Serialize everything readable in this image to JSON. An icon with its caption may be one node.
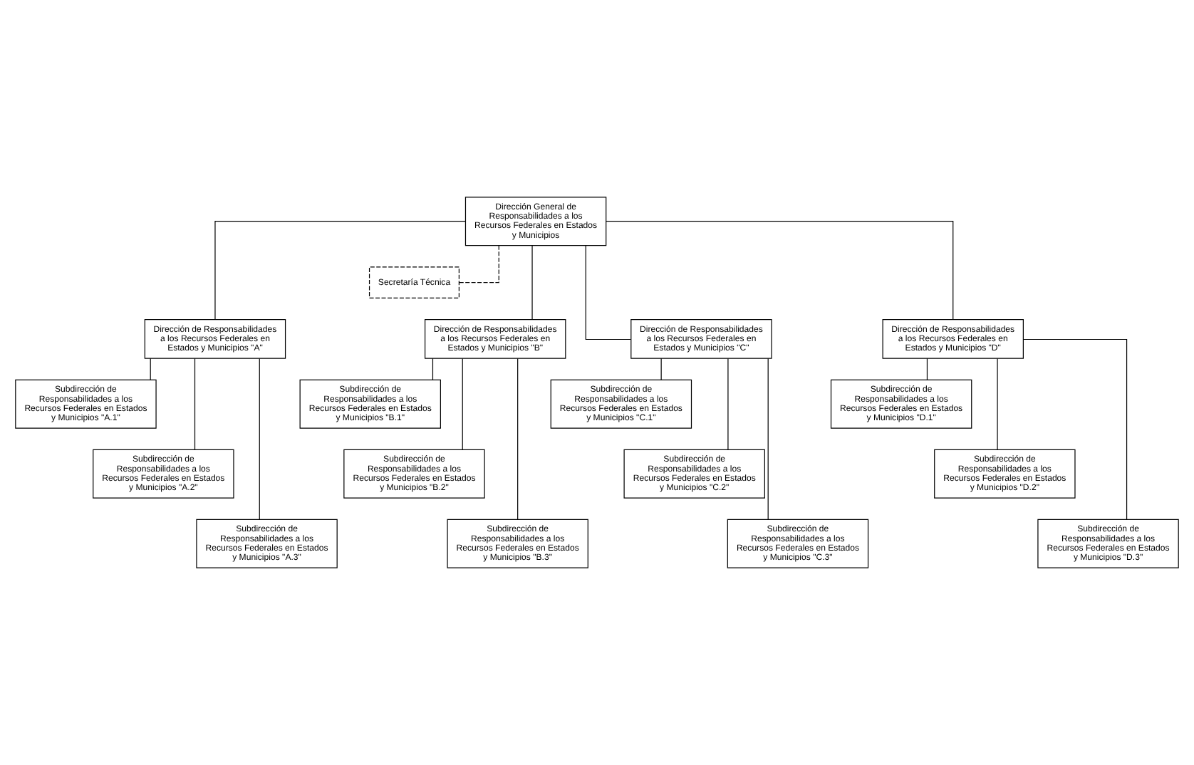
{
  "diagram": {
    "nodes": [
      {
        "text": [
          "Dirección General de Responsabilidades a los Recursos Federales en Estados y Municipios"
        ]
      },
      {
        "text": [
          "Secretaría Técnica"
        ]
      },
      {
        "text": [
          "Dirección de Responsabilidades a los Recursos Federales en Estados y Municipios \"A\""
        ]
      },
      {
        "text": [
          "Subdirección de Responsabilidades a los Recursos Federales en Estados y Municipios \"A.1\""
        ]
      },
      {
        "text": [
          "Subdirección de Responsabilidades a los Recursos Federales en Estados y Municipios \"A.2\""
        ]
      },
      {
        "text": [
          "Subdirección de Responsabilidades a los Recursos Federales en Estados y Municipios \"A.3\""
        ]
      },
      {
        "text": [
          "Dirección de Responsabilidades a los Recursos Federales en Estados y Municipios \"B\""
        ]
      },
      {
        "text": [
          "Subdirección de Responsabilidades a los Recursos Federales en Estados y Municipios \"B.1\""
        ]
      },
      {
        "text": [
          "Subdirección de Responsabilidades a los Recursos Federales en Estados y Municipios \"B.2\""
        ]
      },
      {
        "text": [
          "Subdirección de Responsabilidades a los Recursos Federales en Estados y Municipios \"B.3\""
        ]
      },
      {
        "text": [
          "Dirección de Responsabilidades a los Recursos Federales en Estados y Municipios \"C\""
        ]
      },
      {
        "text": [
          "Subdirección de Responsabilidades a los Recursos Federales en Estados y Municipios \"C.1\""
        ]
      },
      {
        "text": [
          "Subdirección de Responsabilidades a los Recursos Federales en Estados y Municipios \"C.2\""
        ]
      },
      {
        "text": [
          "Subdirección de Responsabilidades a los Recursos Federales en Estados y Municipios \"C.3\""
        ]
      },
      {
        "text": [
          "Dirección de Responsabilidades a los Recursos Federales en Estados y Municipios \"D\""
        ]
      },
      {
        "text": [
          "Subdirección de Responsabilidades a los Recursos Federales en Estados y Municipios \"D.1\""
        ]
      },
      {
        "text": [
          "Subdirección de Responsabilidades a los Recursos Federales en Estados y Municipios \"D.2\""
        ]
      },
      {
        "text": [
          "Subdirección de Responsabilidades a los Recursos Federales en Estados y Municipios \"D.3\""
        ]
      }
    ],
    "edges": [
      {
        "from": 0,
        "to": 1,
        "arrow": "none",
        "style": "dashed"
      },
      {
        "from": 0,
        "to": 2,
        "arrow": "none"
      },
      {
        "from": 0,
        "to": 6,
        "arrow": "none"
      },
      {
        "from": 0,
        "to": 10,
        "arrow": "none"
      },
      {
        "from": 0,
        "to": 14,
        "arrow": "none"
      },
      {
        "from": 2,
        "to": 3,
        "arrow": "none"
      },
      {
        "from": 2,
        "to": 4,
        "arrow": "none"
      },
      {
        "from": 2,
        "to": 5,
        "arrow": "none"
      },
      {
        "from": 6,
        "to": 7,
        "arrow": "none"
      },
      {
        "from": 6,
        "to": 8,
        "arrow": "none"
      },
      {
        "from": 6,
        "to": 9,
        "arrow": "none"
      },
      {
        "from": 10,
        "to": 11,
        "arrow": "none"
      },
      {
        "from": 10,
        "to": 12,
        "arrow": "none"
      },
      {
        "from": 10,
        "to": 13,
        "arrow": "none"
      },
      {
        "from": 14,
        "to": 15,
        "arrow": "none"
      },
      {
        "from": 14,
        "to": 16,
        "arrow": "none"
      },
      {
        "from": 14,
        "to": 17,
        "arrow": "none"
      }
    ]
  }
}
